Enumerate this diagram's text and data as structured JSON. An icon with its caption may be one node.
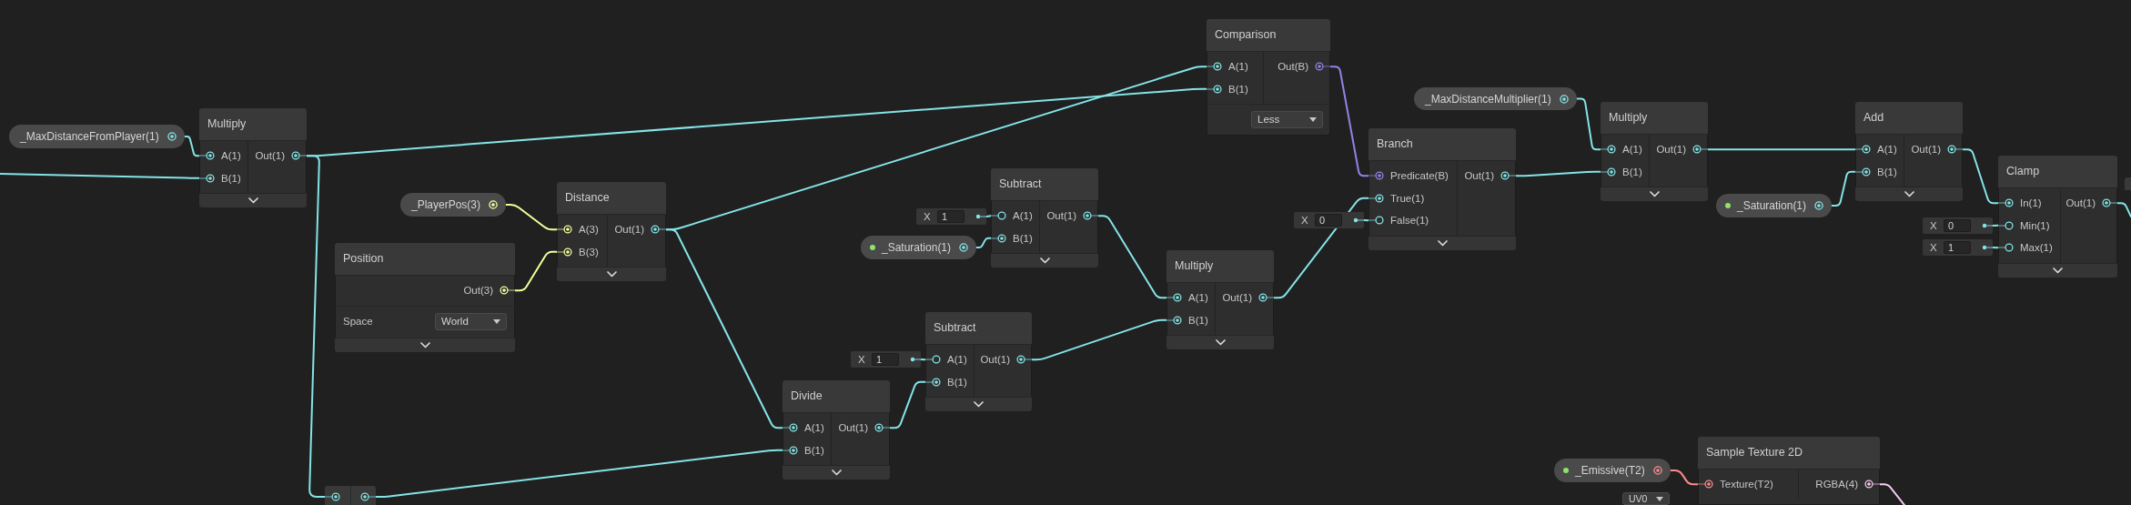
{
  "diagram": {
    "nodes": [
      {
        "text": [
          "_MaxDistanceFromPlayer(1)"
        ]
      },
      {
        "text": [
          "Multiply",
          "A(1)",
          "B(1)",
          "Out(1)"
        ]
      },
      {
        "text": [
          "Comparison",
          "A(1)",
          "B(1)",
          "Out(B)",
          "Less"
        ]
      },
      {
        "text": [
          "_PlayerPos(3)"
        ]
      },
      {
        "text": [
          "Distance",
          "A(3)",
          "B(3)",
          "Out(1)"
        ]
      },
      {
        "text": [
          "Position",
          "Out(3)",
          "Space",
          "World"
        ]
      },
      {
        "text": [
          "X",
          "1"
        ]
      },
      {
        "text": [
          "Subtract",
          "A(1)",
          "B(1)",
          "Out(1)"
        ]
      },
      {
        "text": [
          "_Saturation(1)"
        ]
      },
      {
        "text": [
          "X",
          "1"
        ]
      },
      {
        "text": [
          "Subtract",
          "A(1)",
          "B(1)",
          "Out(1)"
        ]
      },
      {
        "text": [
          "Divide",
          "A(1)",
          "B(1)",
          "Out(1)"
        ]
      },
      {
        "text": [],
        "shape": "box"
      },
      {
        "text": [
          "Multiply",
          "A(1)",
          "B(1)",
          "Out(1)"
        ]
      },
      {
        "text": [
          "X",
          "0"
        ]
      },
      {
        "text": [
          "Branch",
          "Predicate(B)",
          "True(1)",
          "False(1)",
          "Out(1)"
        ]
      },
      {
        "text": [
          "_MaxDistanceMultiplier(1)"
        ]
      },
      {
        "text": [
          "Multiply",
          "A(1)",
          "B(1)",
          "Out(1)"
        ]
      },
      {
        "text": [
          "_Saturation(1)"
        ]
      },
      {
        "text": [
          "Add",
          "A(1)",
          "B(1)",
          "Out(1)"
        ]
      },
      {
        "text": [
          "X",
          "0"
        ]
      },
      {
        "text": [
          "X",
          "1"
        ]
      },
      {
        "text": [
          "Clamp",
          "In(1)",
          "Min(1)",
          "Max(1)",
          "Out(1)"
        ]
      },
      {
        "text": [],
        "shape": "box"
      },
      {
        "text": [
          "_Emissive(T2)"
        ]
      },
      {
        "text": [
          "Sample Texture 2D",
          "Texture(T2)",
          "RGBA(4)"
        ]
      }
    ],
    "edges": [
      {
        "from": null,
        "to": 1,
        "arrow": "none"
      },
      {
        "from": 0,
        "to": 1,
        "arrow": "none"
      },
      {
        "from": 1,
        "to": 2,
        "arrow": "none"
      },
      {
        "from": 1,
        "to": 12,
        "arrow": "none"
      },
      {
        "from": 3,
        "to": 4,
        "arrow": "none",
        "color": "#f6ff9a"
      },
      {
        "from": 5,
        "to": 4,
        "arrow": "none",
        "color": "#f6ff9a"
      },
      {
        "from": 4,
        "to": 2,
        "arrow": "none"
      },
      {
        "from": 4,
        "to": 11,
        "arrow": "none"
      },
      {
        "from": 12,
        "to": 11,
        "arrow": "none"
      },
      {
        "from": 6,
        "to": 7,
        "arrow": "none"
      },
      {
        "from": 8,
        "to": 7,
        "arrow": "none"
      },
      {
        "from": 9,
        "to": 10,
        "arrow": "none"
      },
      {
        "from": 11,
        "to": 10,
        "arrow": "none"
      },
      {
        "from": 7,
        "to": 13,
        "arrow": "none"
      },
      {
        "from": 10,
        "to": 13,
        "arrow": "none"
      },
      {
        "from": 2,
        "to": 15,
        "arrow": "none",
        "color": "#9481e6"
      },
      {
        "from": 13,
        "to": 15,
        "arrow": "none"
      },
      {
        "from": 14,
        "to": 15,
        "arrow": "none"
      },
      {
        "from": 15,
        "to": 17,
        "arrow": "none"
      },
      {
        "from": 16,
        "to": 17,
        "arrow": "none"
      },
      {
        "from": 17,
        "to": 19,
        "arrow": "none"
      },
      {
        "from": 18,
        "to": 19,
        "arrow": "none"
      },
      {
        "from": 19,
        "to": 22,
        "arrow": "none"
      },
      {
        "from": 20,
        "to": 22,
        "arrow": "none"
      },
      {
        "from": 21,
        "to": 22,
        "arrow": "none"
      },
      {
        "from": 22,
        "to": null,
        "arrow": "none"
      },
      {
        "from": 24,
        "to": 25,
        "arrow": "none",
        "color": "#ff8b8b"
      },
      {
        "from": 25,
        "to": null,
        "arrow": "none",
        "color": "#fbcbf4"
      }
    ],
    "labels": [
      "UV0"
    ]
  }
}
